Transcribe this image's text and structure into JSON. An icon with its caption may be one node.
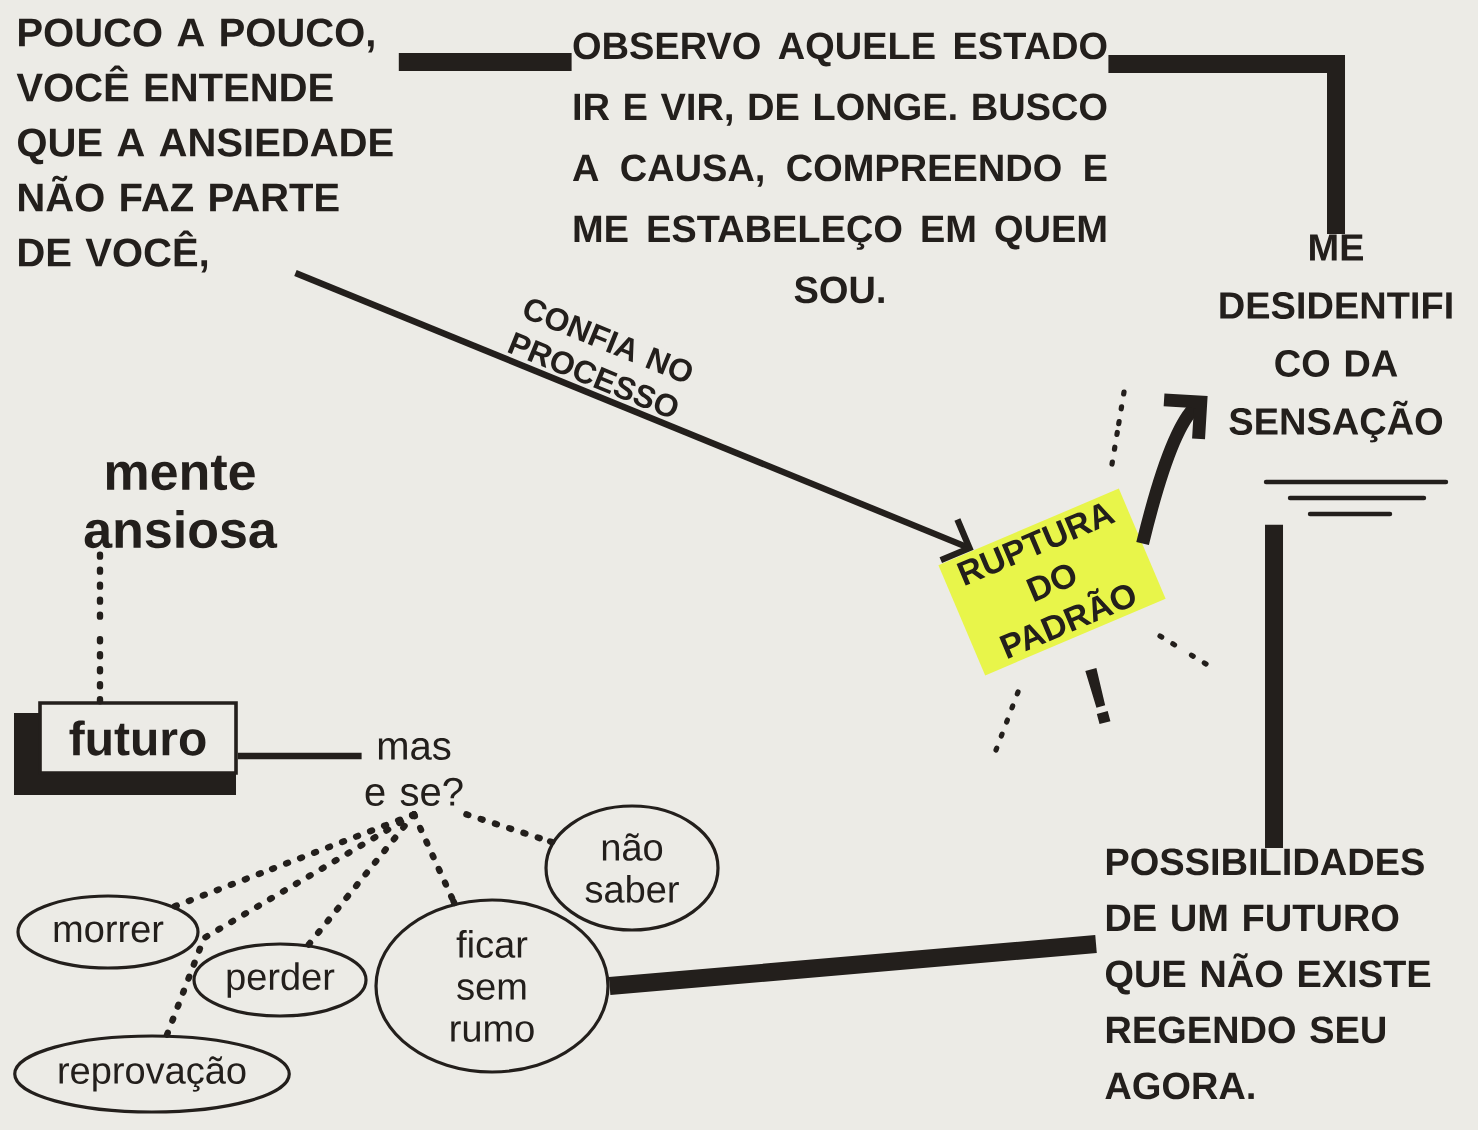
{
  "diagram": {
    "nodes": [
      {
        "text": [
          "POUCO A POUCO, VOCÊ ENTENDE QUE A ANSIEDADE NÃO FAZ PARTE DE VOCÊ,"
        ]
      },
      {
        "text": [
          "OBSERVO AQUELE ESTADO IR E VIR, DE LONGE. BUSCO A CAUSA, COMPREENDO E ME ESTABELEÇO EM QUEM SOU."
        ]
      },
      {
        "text": [
          "ME DESIDENTIFI CO DA SENSAÇÃO"
        ]
      },
      {
        "text": [
          "RUPTURA DO PADRÃO"
        ]
      },
      {
        "text": [
          "mente ansiosa"
        ]
      },
      {
        "text": [
          "futuro"
        ]
      },
      {
        "text": [
          "mas e se?"
        ]
      },
      {
        "text": [
          "morrer"
        ]
      },
      {
        "text": [
          "perder"
        ]
      },
      {
        "text": [
          "reprovação"
        ]
      },
      {
        "text": [
          "ficar sem rumo"
        ]
      },
      {
        "text": [
          "não saber"
        ]
      },
      {
        "text": [
          "POSSIBILIDADES DE UM FUTURO QUE NÃO EXISTE REGENDO SEU AGORA."
        ]
      }
    ],
    "edges": [
      {
        "from": 0,
        "to": 1,
        "arrow": "none",
        "style": "thick"
      },
      {
        "from": 1,
        "to": 2,
        "arrow": "none",
        "style": "thick"
      },
      {
        "from": 0,
        "to": 3,
        "arrow": "to",
        "label": "CONFIA NO PROCESSO"
      },
      {
        "from": 3,
        "to": 2,
        "arrow": "to",
        "style": "thick"
      },
      {
        "from": 2,
        "to": 12,
        "arrow": "none",
        "style": "thick"
      },
      {
        "from": 10,
        "to": 12,
        "arrow": "none",
        "style": "thick"
      },
      {
        "from": 4,
        "to": 5,
        "arrow": "none",
        "style": "dashed"
      },
      {
        "from": 5,
        "to": 6,
        "arrow": "none"
      },
      {
        "from": 6,
        "to": 7,
        "arrow": "none",
        "style": "dashed"
      },
      {
        "from": 6,
        "to": 8,
        "arrow": "none",
        "style": "dashed"
      },
      {
        "from": 6,
        "to": 9,
        "arrow": "none",
        "style": "dashed"
      },
      {
        "from": 6,
        "to": 10,
        "arrow": "none",
        "style": "dashed"
      },
      {
        "from": 6,
        "to": 11,
        "arrow": "none",
        "style": "dashed"
      }
    ],
    "labels": [
      "!"
    ]
  }
}
